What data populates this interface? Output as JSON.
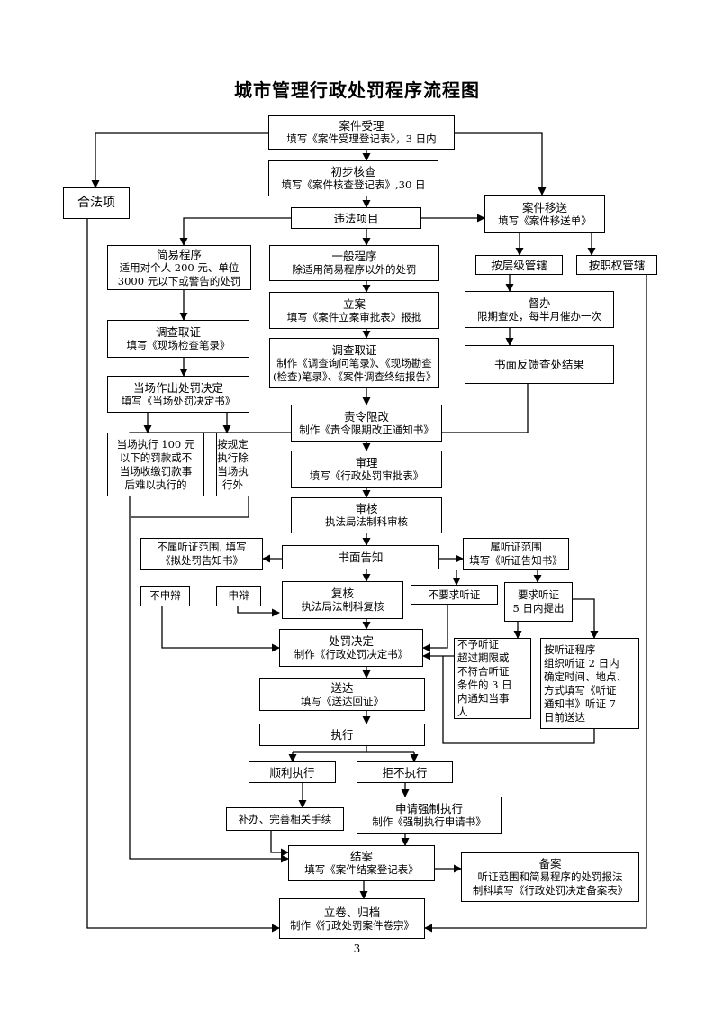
{
  "title": "城市管理行政处罚程序流程图",
  "page_number": "3",
  "nodes": {
    "accept": {
      "line1": "案件受理",
      "line2": "填写《案件受理登记表》，3 日内"
    },
    "initial_check": {
      "line1": "初步核查",
      "line2": "填写《案件核查登记表》,30 日"
    },
    "legal_item": {
      "line1": "合法项"
    },
    "illegal_item": {
      "line1": "违法项目"
    },
    "transfer": {
      "line1": "案件移送",
      "line2": "填写《案件移送单》"
    },
    "by_level": {
      "line1": "按层级管辖"
    },
    "by_authority": {
      "line1": "按职权管辖"
    },
    "supervise": {
      "line1": "督办",
      "line2": "限期查处，每半月催办一次"
    },
    "written_feedback": {
      "line1": "书面反馈查处结果"
    },
    "simple_procedure": {
      "line1": "简易程序",
      "line2": "适用对个人 200 元、单位",
      "line3": "3000 元以下或警告的处罚"
    },
    "general_procedure": {
      "line1": "一般程序",
      "line2": "除适用简易程序以外的处罚"
    },
    "investigate_simple": {
      "line1": "调查取证",
      "line2": "填写《现场检查笔录》"
    },
    "file_case": {
      "line1": "立案",
      "line2": "填写《案件立案审批表》报批"
    },
    "investigate_general": {
      "line1": "调查取证",
      "line2": "制作《调查询问笔录》、《现场勘查",
      "line3": "(检查)笔录》、《案件调查终结报告》"
    },
    "onsite_decision": {
      "line1": "当场作出处罚决定",
      "line2": "填写《当场处罚决定书》"
    },
    "onsite_execute": {
      "line1": "当场执行 100 元",
      "line2": "以下的罚款或不",
      "line3": "当场收缴罚款事",
      "line4": "后难以执行的"
    },
    "per_rules": {
      "line1": "按规定",
      "line2": "执行除",
      "line3": "当场执",
      "line4": "行外"
    },
    "order_correct": {
      "line1": "责令限改",
      "line2": "制作《责令限期改正通知书》"
    },
    "review": {
      "line1": "审理",
      "line2": "填写《行政处罚审批表》"
    },
    "audit": {
      "line1": "审核",
      "line2": "执法局法制科审核"
    },
    "written_notice": {
      "line1": "书面告知"
    },
    "not_hearing_scope": {
      "line1": "不属听证范围, 填写",
      "line2": "《拟处罚告知书》"
    },
    "hearing_scope": {
      "line1": "属听证范围",
      "line2": "填写《听证告知书》"
    },
    "no_defense": {
      "line1": "不申辩"
    },
    "defense": {
      "line1": "申辩"
    },
    "recheck": {
      "line1": "复核",
      "line2": "执法局法制科复核"
    },
    "no_hearing_request": {
      "line1": "不要求听证"
    },
    "request_hearing": {
      "line1": "要求听证",
      "line2": "5 日内提出"
    },
    "hearing_denied": {
      "line1": "不予听证",
      "line2": "超过期限或",
      "line3": "不符合听证",
      "line4": "条件的 3 日",
      "line5": "内通知当事",
      "line6": "人"
    },
    "hearing_procedure": {
      "line1": "按听证程序",
      "line2": "组织听证 2 日内",
      "line3": "确定时间、地点、",
      "line4": "方式填写《听证",
      "line5": "通知书》听证 7",
      "line6": "日前送达"
    },
    "penalty_decision": {
      "line1": "处罚决定",
      "line2": "制作《行政处罚决定书》"
    },
    "deliver": {
      "line1": "送达",
      "line2": "填写《送达回证》"
    },
    "execute": {
      "line1": "执行"
    },
    "smooth_execute": {
      "line1": "顺利执行"
    },
    "refuse_execute": {
      "line1": "拒不执行"
    },
    "supplement": {
      "line1": "补办、完善相关手续"
    },
    "apply_enforce": {
      "line1": "申请强制执行",
      "line2": "制作《强制执行申请书》"
    },
    "close_case": {
      "line1": "结案",
      "line2": "填写《案件结案登记表》"
    },
    "record": {
      "line1": "备案",
      "line2": "听证范围和简易程序的处罚报法",
      "line3": "制科填写《行政处罚决定备案表》"
    },
    "archive": {
      "line1": "立卷、归档",
      "line2": "制作《行政处罚案件卷宗》"
    }
  }
}
